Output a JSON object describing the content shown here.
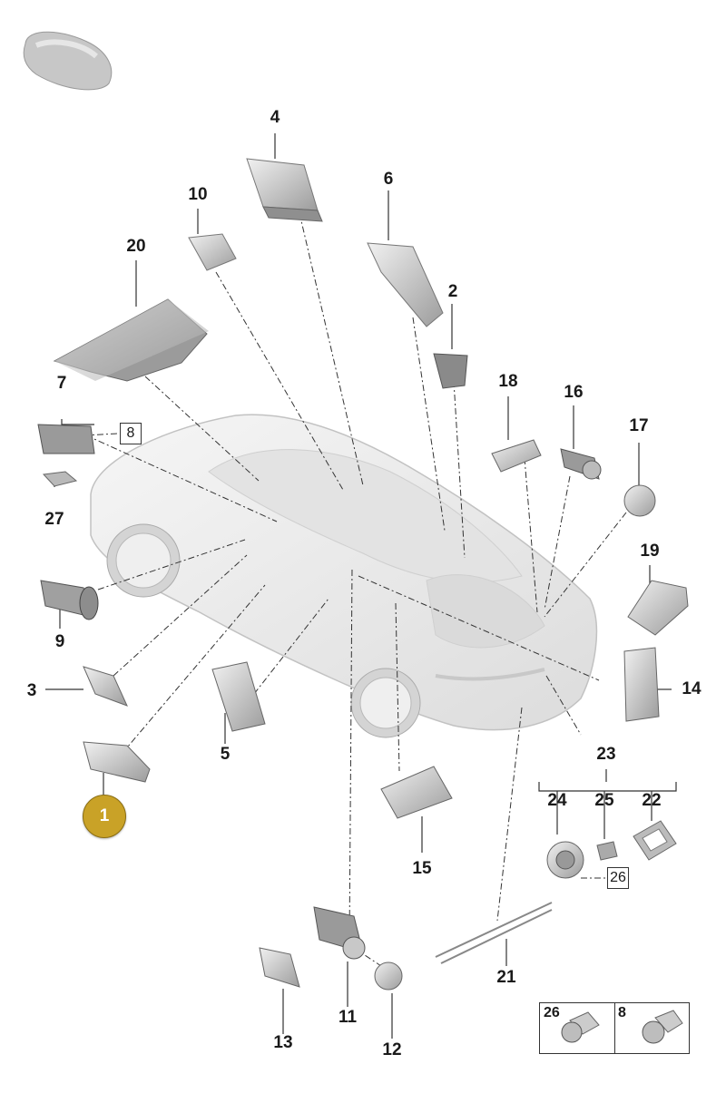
{
  "diagram": {
    "callouts": [
      "1",
      "2",
      "3",
      "4",
      "5",
      "6",
      "7",
      "9",
      "10",
      "11",
      "12",
      "13",
      "14",
      "15",
      "16",
      "17",
      "18",
      "19",
      "20",
      "21",
      "22",
      "23",
      "24",
      "25",
      "27"
    ],
    "boxed_refs": [
      "8",
      "26"
    ],
    "highlighted_part": "1",
    "legend": {
      "left_part": "26",
      "right_part": "8"
    },
    "colors": {
      "badge": "#c9a227",
      "part_fill": "#d6d6d6",
      "car_body": "#ececec",
      "leader_line": "#333333"
    }
  }
}
